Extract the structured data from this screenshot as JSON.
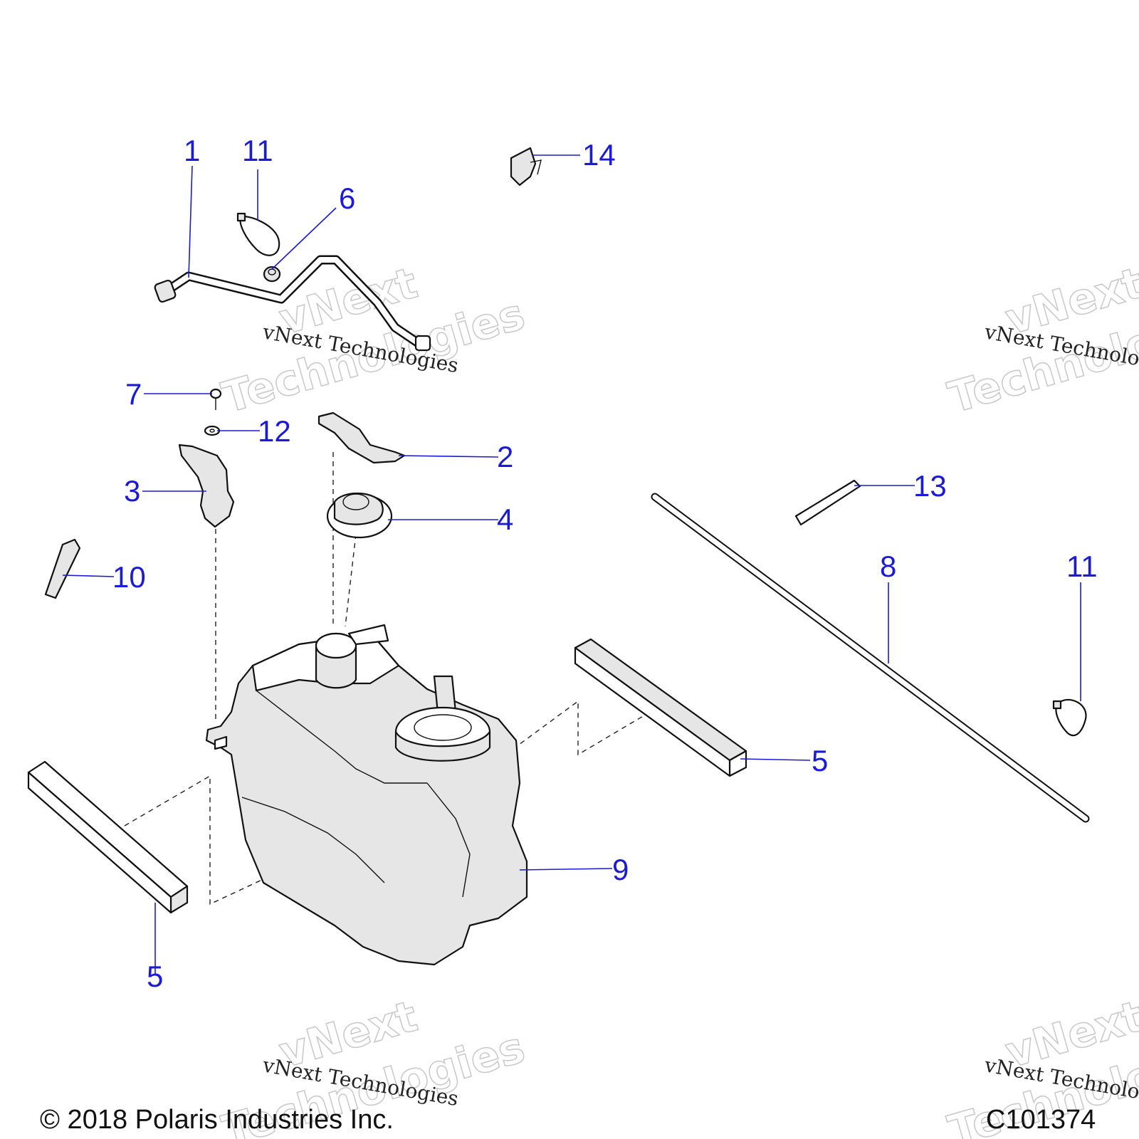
{
  "callouts": {
    "c1": "1",
    "c2": "2",
    "c3": "3",
    "c4": "4",
    "c5a": "5",
    "c5b": "5",
    "c6": "6",
    "c7": "7",
    "c8": "8",
    "c9": "9",
    "c10": "10",
    "c11a": "11",
    "c11b": "11",
    "c12": "12",
    "c13": "13",
    "c14": "14"
  },
  "watermark": {
    "line": "vNext Technologies",
    "big_top": "vNext",
    "big_bottom": "Technologies"
  },
  "footer": {
    "copyright": "© 2018 Polaris Industries Inc.",
    "figure_id": "C101374"
  },
  "colors": {
    "callout": "#1a1adb",
    "line_art": "#111111"
  }
}
